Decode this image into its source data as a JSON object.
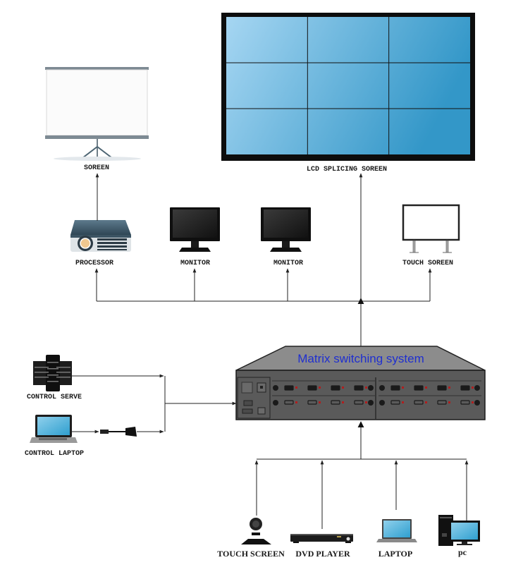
{
  "title": "Matrix switching system connection diagram",
  "colors": {
    "lcd_bezel": "#0d0d0d",
    "lcd_light": "#a6d6f2",
    "lcd_dark": "#3397c8",
    "matrix_body": "#5a5a5a",
    "matrix_top": "#8c8c8c",
    "matrix_text": "#1f2fd0",
    "wire": "#222222",
    "port_led": "#b01e1e"
  },
  "outputs": {
    "lcd_wall": {
      "label": "LCD SPLICING SOREEN",
      "rows": 3,
      "cols": 3
    },
    "projection_screen": {
      "label": "SOREEN"
    },
    "processor": {
      "label": "PROCESSOR"
    },
    "monitor_1": {
      "label": "MONITOR"
    },
    "monitor_2": {
      "label": "MONITOR"
    },
    "touch_screen_out": {
      "label": "TOUCH SOREEN"
    }
  },
  "matrix": {
    "label": "Matrix switching system"
  },
  "control": {
    "server": {
      "label": "CONTROL SERVE"
    },
    "laptop": {
      "label": "CONTROL LAPTOP"
    }
  },
  "inputs": [
    {
      "id": "touch-screen",
      "label": "TOUCH SCREEN"
    },
    {
      "id": "dvd-player",
      "label": "DVD PLAYER"
    },
    {
      "id": "laptop",
      "label": "LAPTOP"
    },
    {
      "id": "pc",
      "label": "pc"
    }
  ]
}
